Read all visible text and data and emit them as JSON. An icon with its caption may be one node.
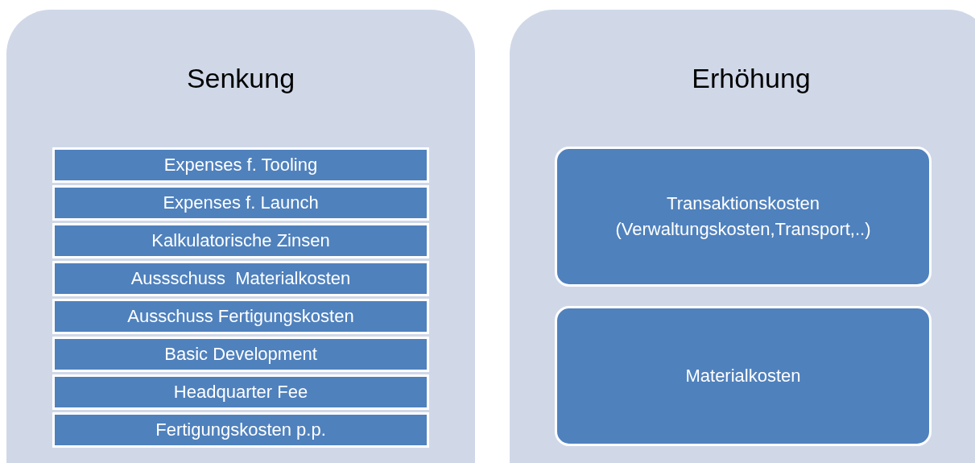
{
  "diagram": {
    "nodes": [
      {
        "text": [
          "Senkung"
        ]
      },
      {
        "text": [
          "Expenses f. Tooling"
        ],
        "in": 0
      },
      {
        "text": [
          "Expenses f. Launch"
        ],
        "in": 0
      },
      {
        "text": [
          "Kalkulatorische Zinsen"
        ],
        "in": 0
      },
      {
        "text": [
          "Aussschuss  Materialkosten"
        ],
        "in": 0
      },
      {
        "text": [
          "Ausschuss Fertigungskosten"
        ],
        "in": 0
      },
      {
        "text": [
          "Basic Development"
        ],
        "in": 0
      },
      {
        "text": [
          "Headquarter Fee"
        ],
        "in": 0
      },
      {
        "text": [
          "Fertigungskosten p.p."
        ],
        "in": 0
      },
      {
        "text": [
          "Erhöhung"
        ]
      },
      {
        "text": [
          "Transaktionskosten (Verwaltungskosten,Transport,..)"
        ],
        "in": 9
      },
      {
        "text": [
          "Materialkosten"
        ],
        "in": 9
      }
    ]
  }
}
